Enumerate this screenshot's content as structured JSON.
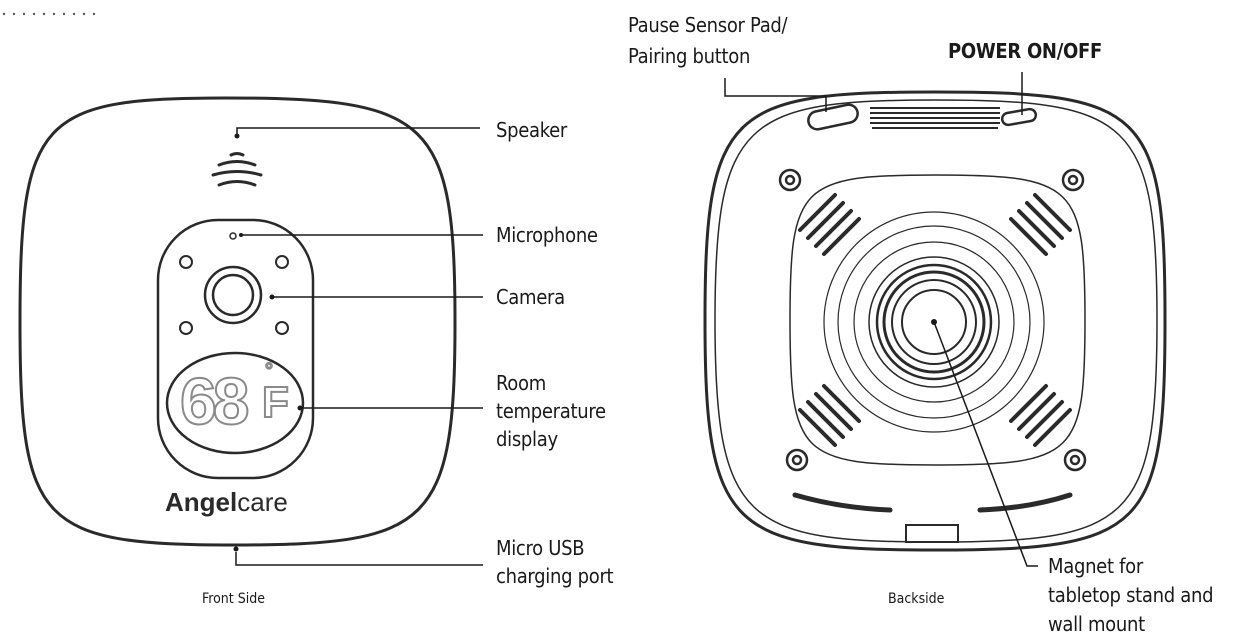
{
  "front": {
    "caption": "Front Side",
    "brand_bold": "Angel",
    "brand_light": "care",
    "temp_digits": "68",
    "temp_unit": "°",
    "temp_letter": "F",
    "labels": {
      "speaker": "Speaker",
      "microphone": "Microphone",
      "camera": "Camera",
      "temp_line1": "Room",
      "temp_line2": "temperature",
      "temp_line3": "display",
      "usb_line1": "Micro USB",
      "usb_line2": "charging port"
    }
  },
  "back": {
    "caption": "Backside",
    "labels": {
      "pause_line1": "Pause Sensor Pad/",
      "pause_line2": "Pairing button",
      "power": "POWER ON/OFF",
      "magnet_line1": "Magnet for",
      "magnet_line2": "tabletop stand and",
      "magnet_line3": "wall mount"
    }
  },
  "colors": {
    "line": "#1a1a1a",
    "outline": "#2a2a2a",
    "text": "#1a1a1a"
  }
}
